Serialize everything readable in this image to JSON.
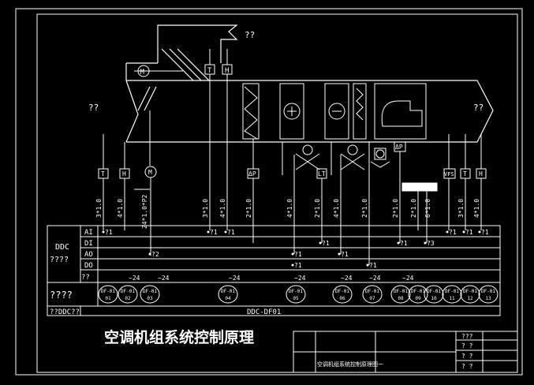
{
  "drawing_title": "空调机组系统控制原理",
  "title_block": {
    "name": "空调机组系统控制原理图一",
    "cells": [
      "???",
      "? ?",
      "? ?",
      "? ?"
    ]
  },
  "top_labels": {
    "outdoor": "??",
    "supply": "??",
    "exhaust": "??"
  },
  "field_devices": [
    {
      "id": "T1",
      "text": "T"
    },
    {
      "id": "H1",
      "text": "H"
    },
    {
      "id": "M1",
      "text": "M"
    },
    {
      "id": "T2",
      "text": "T"
    },
    {
      "id": "H2",
      "text": "H"
    },
    {
      "id": "DP1",
      "text": "ΔP"
    },
    {
      "id": "LT",
      "text": "LT"
    },
    {
      "id": "DP2",
      "text": "ΔP"
    },
    {
      "id": "VFS",
      "text": "VFS"
    },
    {
      "id": "T3",
      "text": "T"
    },
    {
      "id": "H3",
      "text": "H"
    }
  ],
  "wire_labels": [
    "3*1.0",
    "4*1.0",
    "24*1.0*P2",
    "3*1.0",
    "4*1.0",
    "2*1.0",
    "4*1.0",
    "2*1.0",
    "4*1.0",
    "2*1.0",
    "2*1.0",
    "2*1.0",
    "6*1.0",
    "3*1.0",
    "4*1.0"
  ],
  "ddc_table": {
    "label_line1": "DDC",
    "label_line2": "????",
    "row_labels": [
      "AI",
      "DI",
      "AO",
      "DO",
      "??"
    ],
    "ai_marks": [
      "?1",
      "?1",
      "?1",
      "?1",
      "?1",
      "?1"
    ],
    "di_marks": [
      "?1",
      "?1",
      "?3"
    ],
    "ao_marks": [
      "?2",
      "?1",
      "?1"
    ],
    "do_marks": [
      "?1",
      "?1"
    ],
    "pwr_marks": [
      "~24",
      "~24",
      "~24",
      "~24",
      "~24",
      "~24",
      "~24"
    ],
    "module_label": "????",
    "modules": [
      "DF-01 01",
      "DF-01 02",
      "DF-01 03",
      "DF-01 04",
      "DF-01 05",
      "DF-01 06",
      "DF-01 07",
      "DF-01 08",
      "DF-01 09",
      "DF-01 10",
      "DF-01 11",
      "DF-01 12",
      "DF-01 13"
    ],
    "controller_label": "??DDC??",
    "controller_name": "DDC-DF01"
  },
  "colors": {
    "line": "#ffffff",
    "yellow": "#ffff00",
    "background": "#000000"
  }
}
